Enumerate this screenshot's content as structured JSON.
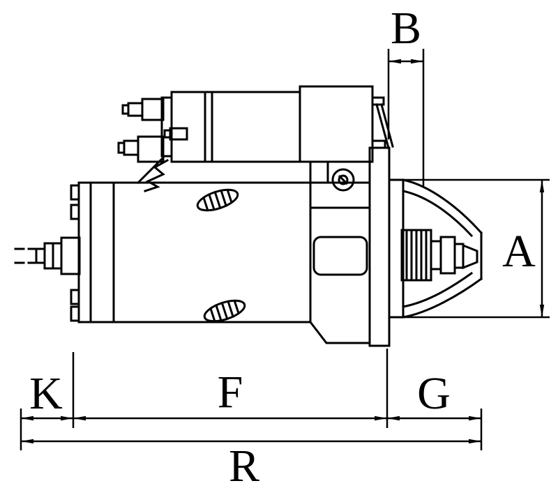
{
  "diagram": {
    "subject": "starter-motor-dimensional-drawing",
    "colors": {
      "line": "#000000",
      "background": "#ffffff"
    },
    "dimension_labels": {
      "b": "B",
      "a": "A",
      "k": "K",
      "f": "F",
      "g": "G",
      "r": "R"
    }
  }
}
